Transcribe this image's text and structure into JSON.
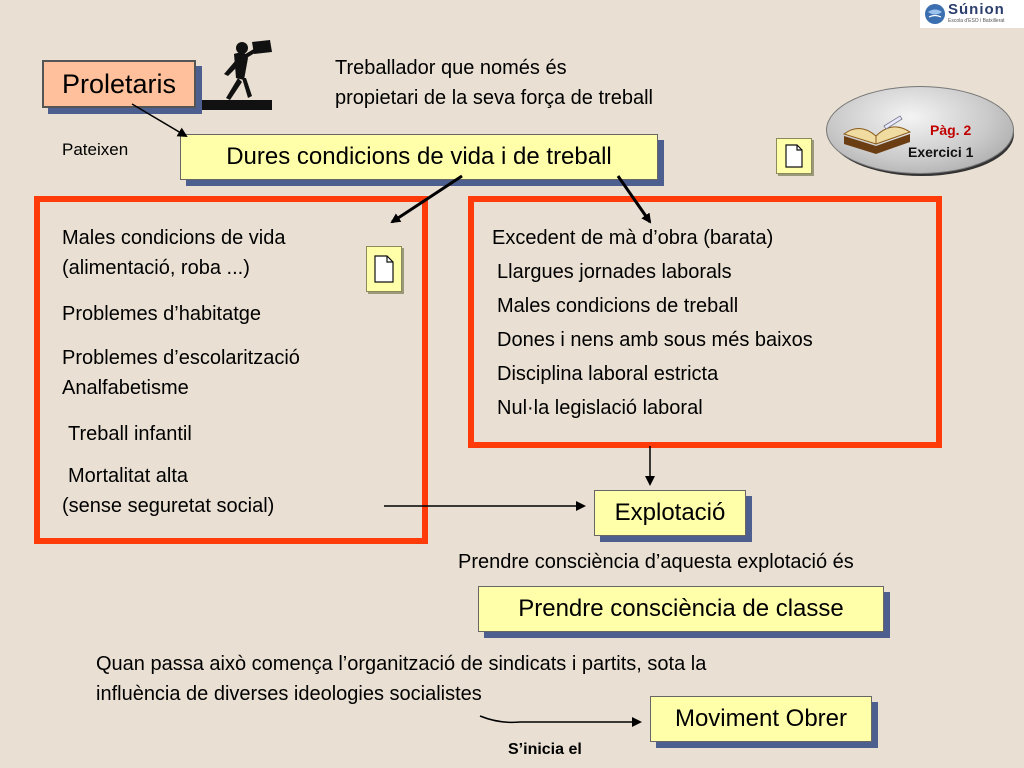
{
  "logo": {
    "text": "Súnion",
    "subtitle": "Escola d'ESO i Batxillerat"
  },
  "badge": {
    "page": "Pàg. 2",
    "exercise": "Exercici 1",
    "icon": "book-icon"
  },
  "proletaris": {
    "title": "Proletaris",
    "figure_icon": "worker-hammer-icon",
    "definition_line1": "Treballador que només és",
    "definition_line2": "propietari de la seva força de treball"
  },
  "pateixen": "Pateixen",
  "dures": "Dures condicions de vida i de treball",
  "left_box": {
    "lines": [
      "Males condicions de vida",
      "(alimentació, roba ...)",
      "Problemes d’habitatge",
      "Problemes d’escolarització",
      "Analfabetisme",
      "Treball infantil",
      "Mortalitat alta",
      "(sense seguretat social)"
    ]
  },
  "right_box": {
    "lines": [
      "Excedent de mà d’obra (barata)",
      "Llargues jornades laborals",
      "Males condicions de treball",
      "Dones i nens amb sous més baixos",
      "Disciplina laboral estricta",
      "Nul·la legislació laboral"
    ]
  },
  "explotacio": "Explotació",
  "prendre_text": "Prendre consciència d’aquesta explotació és",
  "consciencia": "Prendre consciència de classe",
  "quan_line1": "Quan passa això comença l’organització de sindicats i partits, sota la",
  "quan_line2": "influència de diverses ideologies socialistes",
  "moviment": "Moviment Obrer",
  "sinicia": "S’inicia el",
  "colors": {
    "background": "#e9e0d3",
    "box_fill": "#ffffaa",
    "box_shadow": "#4d5f8f",
    "red_border": "#ff3b0a"
  }
}
